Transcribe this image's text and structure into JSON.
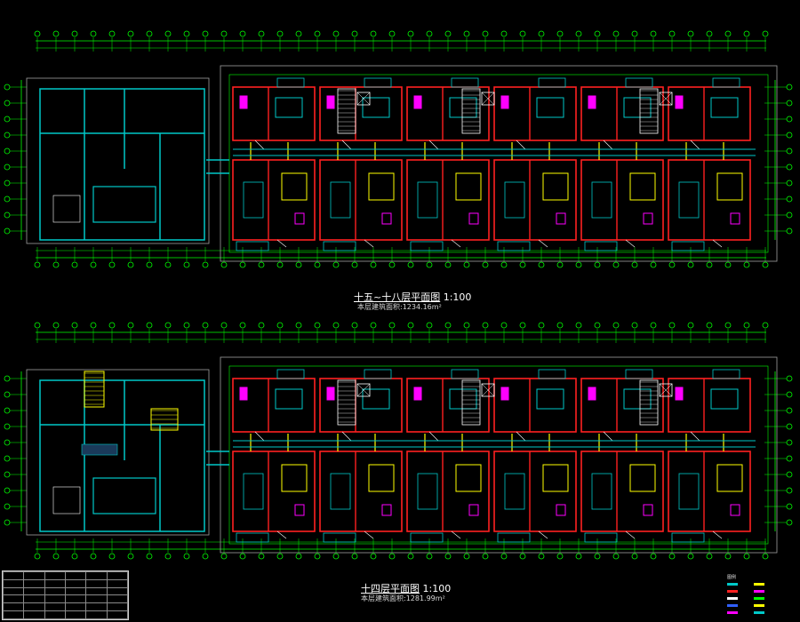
{
  "plans": [
    {
      "title_main": "十五~十八层平面图",
      "title_scale": "1:100",
      "area_text": "本层建筑面积:1234.16m²"
    },
    {
      "title_main": "十四层平面图",
      "title_scale": "1:100",
      "area_text": "本层建筑面积:1281.99m²"
    }
  ],
  "colors": {
    "background": "#000000",
    "axis_grid": "#00ff00",
    "walls_cyan": "#00c8c8",
    "walls_red": "#ff2020",
    "magenta": "#ff00ff",
    "yellow": "#ffff00",
    "white": "#ffffff",
    "blue_fill": "#3060ff"
  },
  "legend": {
    "title": "图例"
  }
}
